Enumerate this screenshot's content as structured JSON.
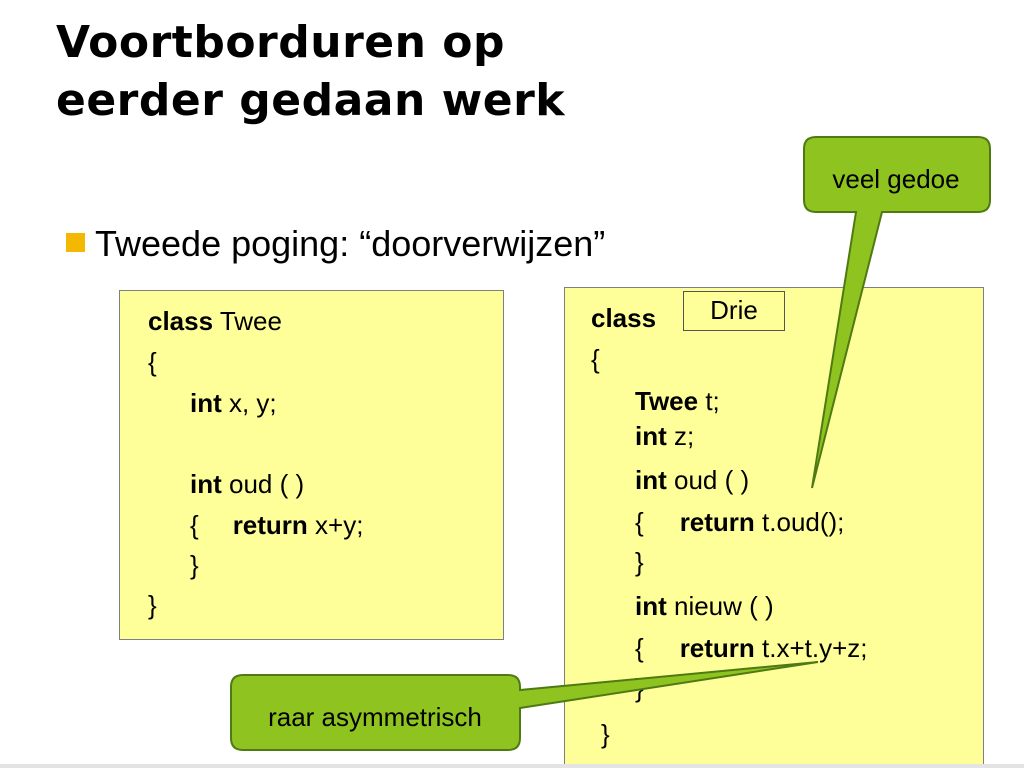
{
  "slide": {
    "title_line1": "Voortborduren op",
    "title_line2": "eerder gedaan werk",
    "bullet": "Tweede poging:  “doorverwijzen”"
  },
  "class_twee": {
    "l1_kw": "class",
    "l1_txt": " Twee",
    "l2": "{",
    "l3_kw": "int",
    "l3_txt": " x, y;",
    "l4_kw": "int",
    "l4_txt": " oud ( )",
    "l5_brace": "{",
    "l5_kw": "return",
    "l5_txt": " x+y;",
    "l6": "}",
    "l7": "}"
  },
  "class_drie": {
    "l1_kw": "class",
    "name": "Drie",
    "l2": "{",
    "l3_kw": "Twee",
    "l3_txt": " t;",
    "l4_kw": "int",
    "l4_txt": " z;",
    "l5_kw": "int",
    "l5_txt": " oud ( )",
    "l6_brace": "{",
    "l6_kw": "return",
    "l6_txt": " t.oud();",
    "l7": "}",
    "l8_kw": "int",
    "l8_txt": " nieuw ( )",
    "l9_brace": "{",
    "l9_kw": "return",
    "l9_txt": " t.x+t.y+z;",
    "l10": "}",
    "l11": "}"
  },
  "callouts": {
    "veel_gedoe": "veel gedoe",
    "raar_asymmetrisch": "raar asymmetrisch"
  },
  "colors": {
    "code_bg": "#ffff99",
    "callout_fill": "#8fc31f",
    "callout_stroke": "#4f7a13",
    "bullet": "#f5b800"
  }
}
